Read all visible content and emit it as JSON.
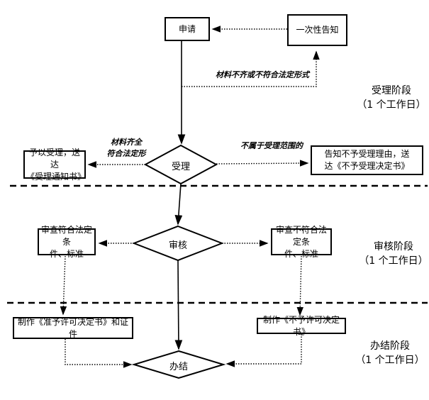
{
  "flowchart": {
    "nodes": {
      "apply": "申请",
      "one_time_notice": "一次性告知",
      "accept": "受理",
      "grant_accept": "予以受理，送达\n《受理通知书》",
      "reject_accept": "告知不予受理理由，送\n达《不予受理决定书》",
      "review": "审核",
      "review_pass": "审查符合法定条\n件、标准",
      "review_fail": "审查不符合法定条\n件、标准",
      "make_license": "制作《准予许可决定书》和证件",
      "make_denial": "制作《不予许可决定书》",
      "close": "办结"
    },
    "edge_labels": {
      "materials_incomplete": "材料不齐或不符合法定形式",
      "materials_complete": "材料齐全\n符合法定形",
      "out_of_scope": "不属于受理范围的"
    },
    "stage_labels": {
      "accept_stage": "受理阶段\n（1 个工作日）",
      "review_stage": "审核阶段\n（1 个工作日）",
      "close_stage": "办结阶段\n（1 个工作日）"
    },
    "colors": {
      "line": "#000000",
      "background": "#ffffff"
    }
  }
}
